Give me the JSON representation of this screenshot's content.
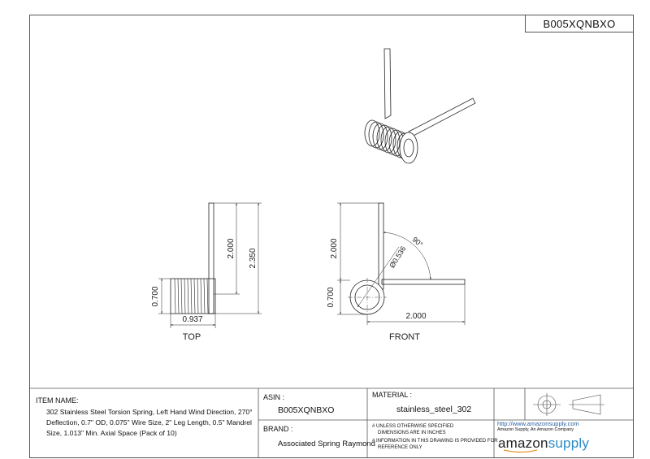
{
  "part_number": "B005XQNBXO",
  "views": {
    "top": {
      "label": "TOP",
      "dims": {
        "leg_height": "2.000",
        "overall_height": "2.350",
        "coil_od": "0.700",
        "coil_length": "0.937"
      }
    },
    "front": {
      "label": "FRONT",
      "dims": {
        "leg_height": "2.000",
        "coil_od": "0.700",
        "leg_length": "2.000",
        "mandrel": "Ø0.536",
        "angle": "90°"
      }
    }
  },
  "title_block": {
    "item_name_label": "ITEM NAME:",
    "item_name_lines": [
      "302 Stainless Steel Torsion Spring, Left Hand Wind Direction, 270°",
      "Deflection, 0.7\" OD, 0.075\" Wire Size, 2\" Leg Length, 0.5\" Mandrel",
      "Size, 1.013\" Min. Axial Space (Pack of 10)"
    ],
    "asin_label": "ASIN :",
    "asin_value": "B005XQNBXO",
    "brand_label": "BRAND :",
    "brand_value": "Associated Spring Raymond",
    "material_label": "MATERIAL :",
    "material_value": "stainless_steel_302",
    "notes": [
      "# UNLESS OTHERWISE SPECIFIED",
      "DIMENSIONS ARE IN INCHES",
      "# INFORMATION IN THIS DRAWING IS PROVIDED FOR",
      "REFERENCE ONLY"
    ],
    "url": "http://www.amazonsupply.com",
    "tagline": "Amazon Supply, An Amazon Company",
    "logo_word1": "amazon",
    "logo_word2": "supply"
  },
  "colors": {
    "line": "#222222",
    "frame": "#555555",
    "logo_blue": "#2b8cc4",
    "logo_dark": "#222222"
  }
}
